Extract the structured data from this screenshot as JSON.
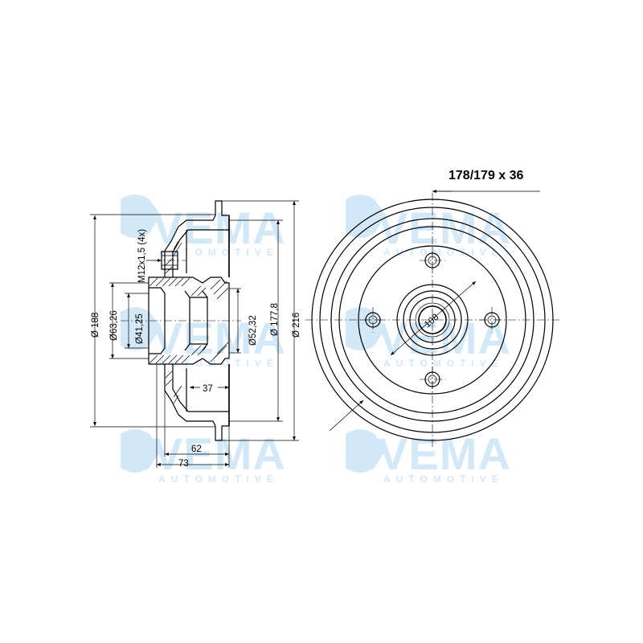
{
  "watermark": {
    "brand": "VEMA",
    "tagline": "AUTOMOTIVE"
  },
  "dimensions": {
    "spec": "178/179 x 36",
    "thread": "M12x1,5 (4x)",
    "d188": "Ø 188",
    "d63": "Ø63,26",
    "d41": "Ø41,25",
    "d52": "Ø52,32",
    "d177": "Ø 177,8",
    "d216": "Ø 216",
    "w37": "37",
    "w62": "62",
    "w73": "73",
    "pcd108": "108"
  },
  "colors": {
    "watermark": "#d3e9f7",
    "line": "#000000",
    "background": "#ffffff"
  }
}
